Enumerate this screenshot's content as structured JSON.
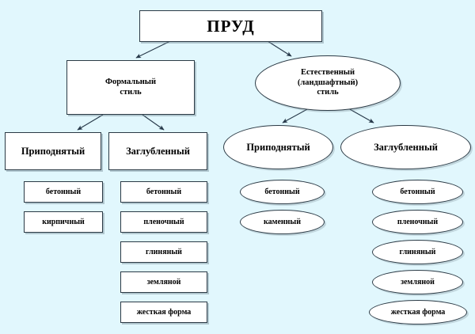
{
  "diagram": {
    "title": "ПРУД",
    "type": "hierarchy-tree",
    "background_color": "#e1f7fd",
    "node_fill_color": "#ffffff",
    "node_border_color": "#2b3a45",
    "edge_color": "#27394a",
    "root": {
      "label": "ПРУД",
      "shape": "rectangle"
    },
    "branches": [
      {
        "label": "Формальный\nстиль",
        "label_lines": [
          "Формальный",
          "стиль"
        ],
        "shape": "rectangle",
        "children": [
          {
            "label": "Приподнятый",
            "shape": "rectangle",
            "items": [
              "бетонный",
              "кирпичный"
            ]
          },
          {
            "label": "Заглубленный",
            "shape": "rectangle",
            "items": [
              "бетонный",
              "пленочный",
              "глиняный",
              "земляной",
              "жесткая форма"
            ]
          }
        ]
      },
      {
        "label": "Естественный\n(ландшафтный)\nстиль",
        "label_lines": [
          "Естественный",
          "(ландшафтный)",
          "стиль"
        ],
        "shape": "ellipse",
        "children": [
          {
            "label": "Приподнятый",
            "shape": "ellipse",
            "items": [
              "бетонный",
              "каменный"
            ]
          },
          {
            "label": "Заглубленный",
            "shape": "ellipse",
            "items": [
              "бетонный",
              "пленочный",
              "глиняный",
              "земляной",
              "жесткая форма"
            ]
          }
        ]
      }
    ]
  }
}
